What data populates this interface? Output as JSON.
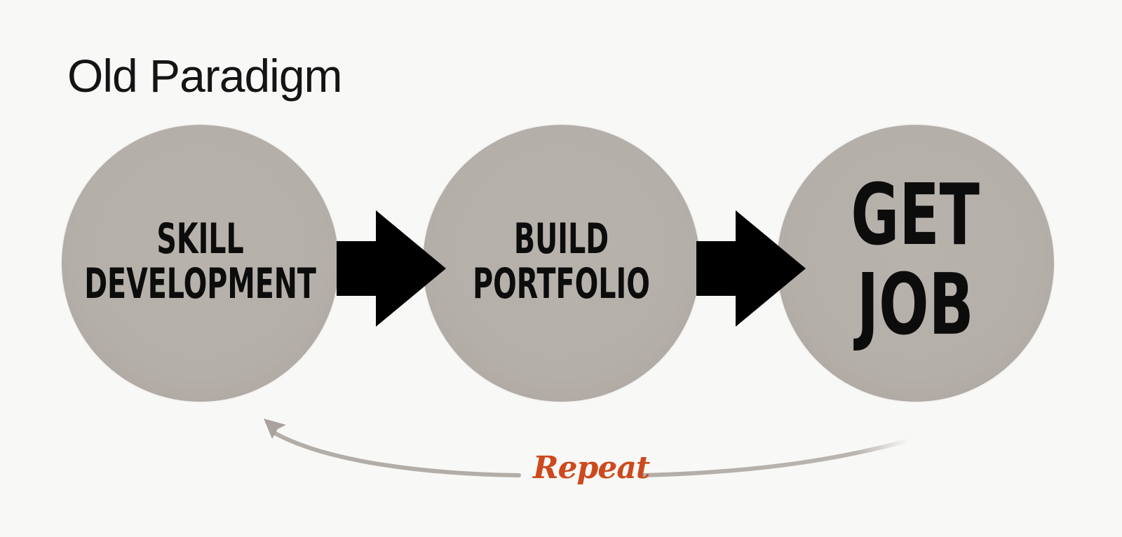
{
  "diagram": {
    "title": "Old Paradigm",
    "steps": [
      {
        "lines": [
          "SKILL",
          "DEVELOPMENT"
        ]
      },
      {
        "lines": [
          "BUILD",
          "PORTFOLIO"
        ]
      },
      {
        "lines": [
          "GET",
          "JOB"
        ]
      }
    ],
    "loop_label": "Repeat",
    "colors": {
      "background": "#f8f8f7",
      "circle": "#b5afa9",
      "text": "#0c0c0c",
      "arrow": "#000000",
      "loop_line": "#b3ada7",
      "loop_label": "#cc4a1d"
    }
  }
}
